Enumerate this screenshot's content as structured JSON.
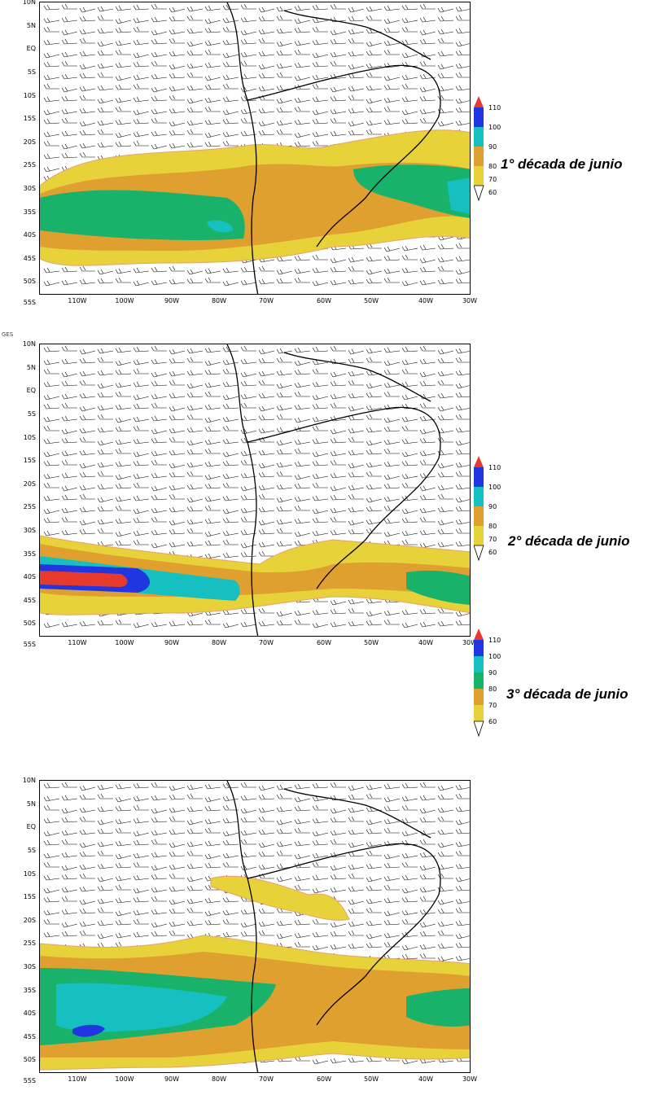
{
  "corner_fragment": "GES",
  "latitude_labels": [
    "10N",
    "5N",
    "EQ",
    "5S",
    "10S",
    "15S",
    "20S",
    "25S",
    "30S",
    "35S",
    "40S",
    "45S",
    "50S",
    "55S"
  ],
  "longitude_labels": [
    "110W",
    "100W",
    "90W",
    "80W",
    "70W",
    "60W",
    "50W",
    "40W",
    "30W"
  ],
  "legend": {
    "levels": [
      "60",
      "70",
      "80",
      "90",
      "100",
      "110"
    ],
    "colors": {
      "60": "#e8d23a",
      "70": "#e0a030",
      "80": "#19b26a",
      "90": "#17c0c0",
      "100": "#1f36e0",
      "110": "#e83a2c"
    }
  },
  "panels": [
    {
      "caption": "1°  década de junio",
      "legend_labels": [
        "110",
        "100",
        "90",
        "80",
        "70",
        "60"
      ],
      "legend_colors": [
        "#e83a2c",
        "#1f36e0",
        "#17c0c0",
        "#e0a030",
        "#e8d23a"
      ]
    },
    {
      "caption": "2°  década de junio",
      "legend_labels": [
        "110",
        "100",
        "90",
        "80",
        "70",
        "60"
      ],
      "legend_colors": [
        "#e83a2c",
        "#1f36e0",
        "#17c0c0",
        "#e0a030",
        "#e8d23a"
      ]
    },
    {
      "caption": "3°  década de junio",
      "legend_labels": [
        "110",
        "100",
        "90",
        "80",
        "70",
        "60"
      ],
      "legend_colors": [
        "#e83a2c",
        "#1f36e0",
        "#17c0c0",
        "#19b26a",
        "#e0a030",
        "#e8d23a"
      ]
    }
  ]
}
